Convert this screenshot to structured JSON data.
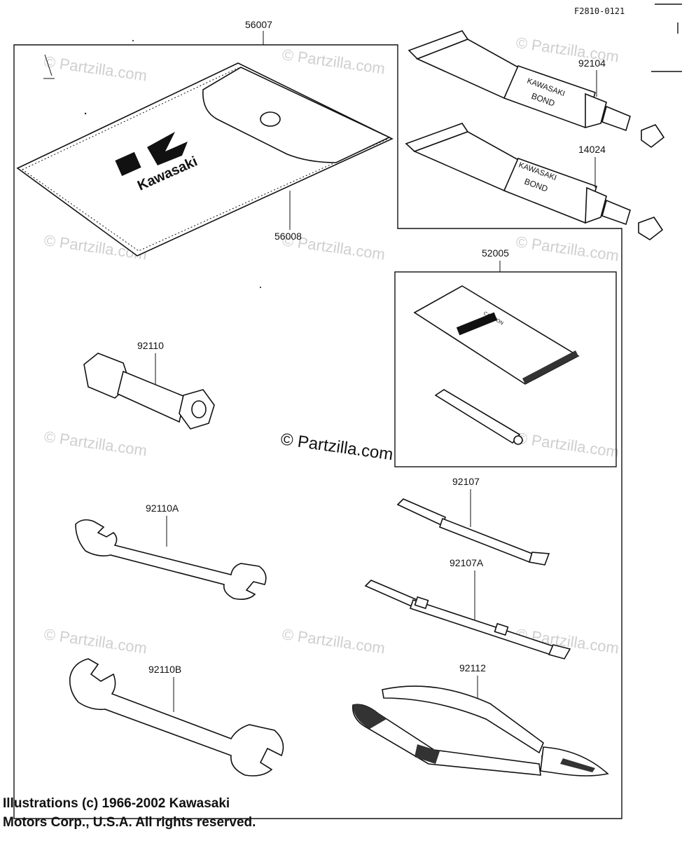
{
  "figure_id": "F2810-0121",
  "watermark": "© Partzilla.com",
  "watermark_center": "© Partzilla.com",
  "parts": {
    "tool_bag": "56007",
    "pouch": "56008",
    "bond_1": "92104",
    "bond_2": "14024",
    "patch_kit": "52005",
    "socket_wrench": "92110",
    "wrench_a": "92110A",
    "wrench_b": "92110B",
    "screwdriver": "92107",
    "screwdriver_a": "92107A",
    "pliers": "92112"
  },
  "pouch_brand": "Kawasaki",
  "tube_label_line1": "KAWASAKI",
  "tube_label_line2": "BOND",
  "patch_caution": "CAUTION",
  "copyright_line1": "Illustrations (c) 1966-2002 Kawasaki",
  "copyright_line2": "Motors Corp., U.S.A.  All rights reserved."
}
